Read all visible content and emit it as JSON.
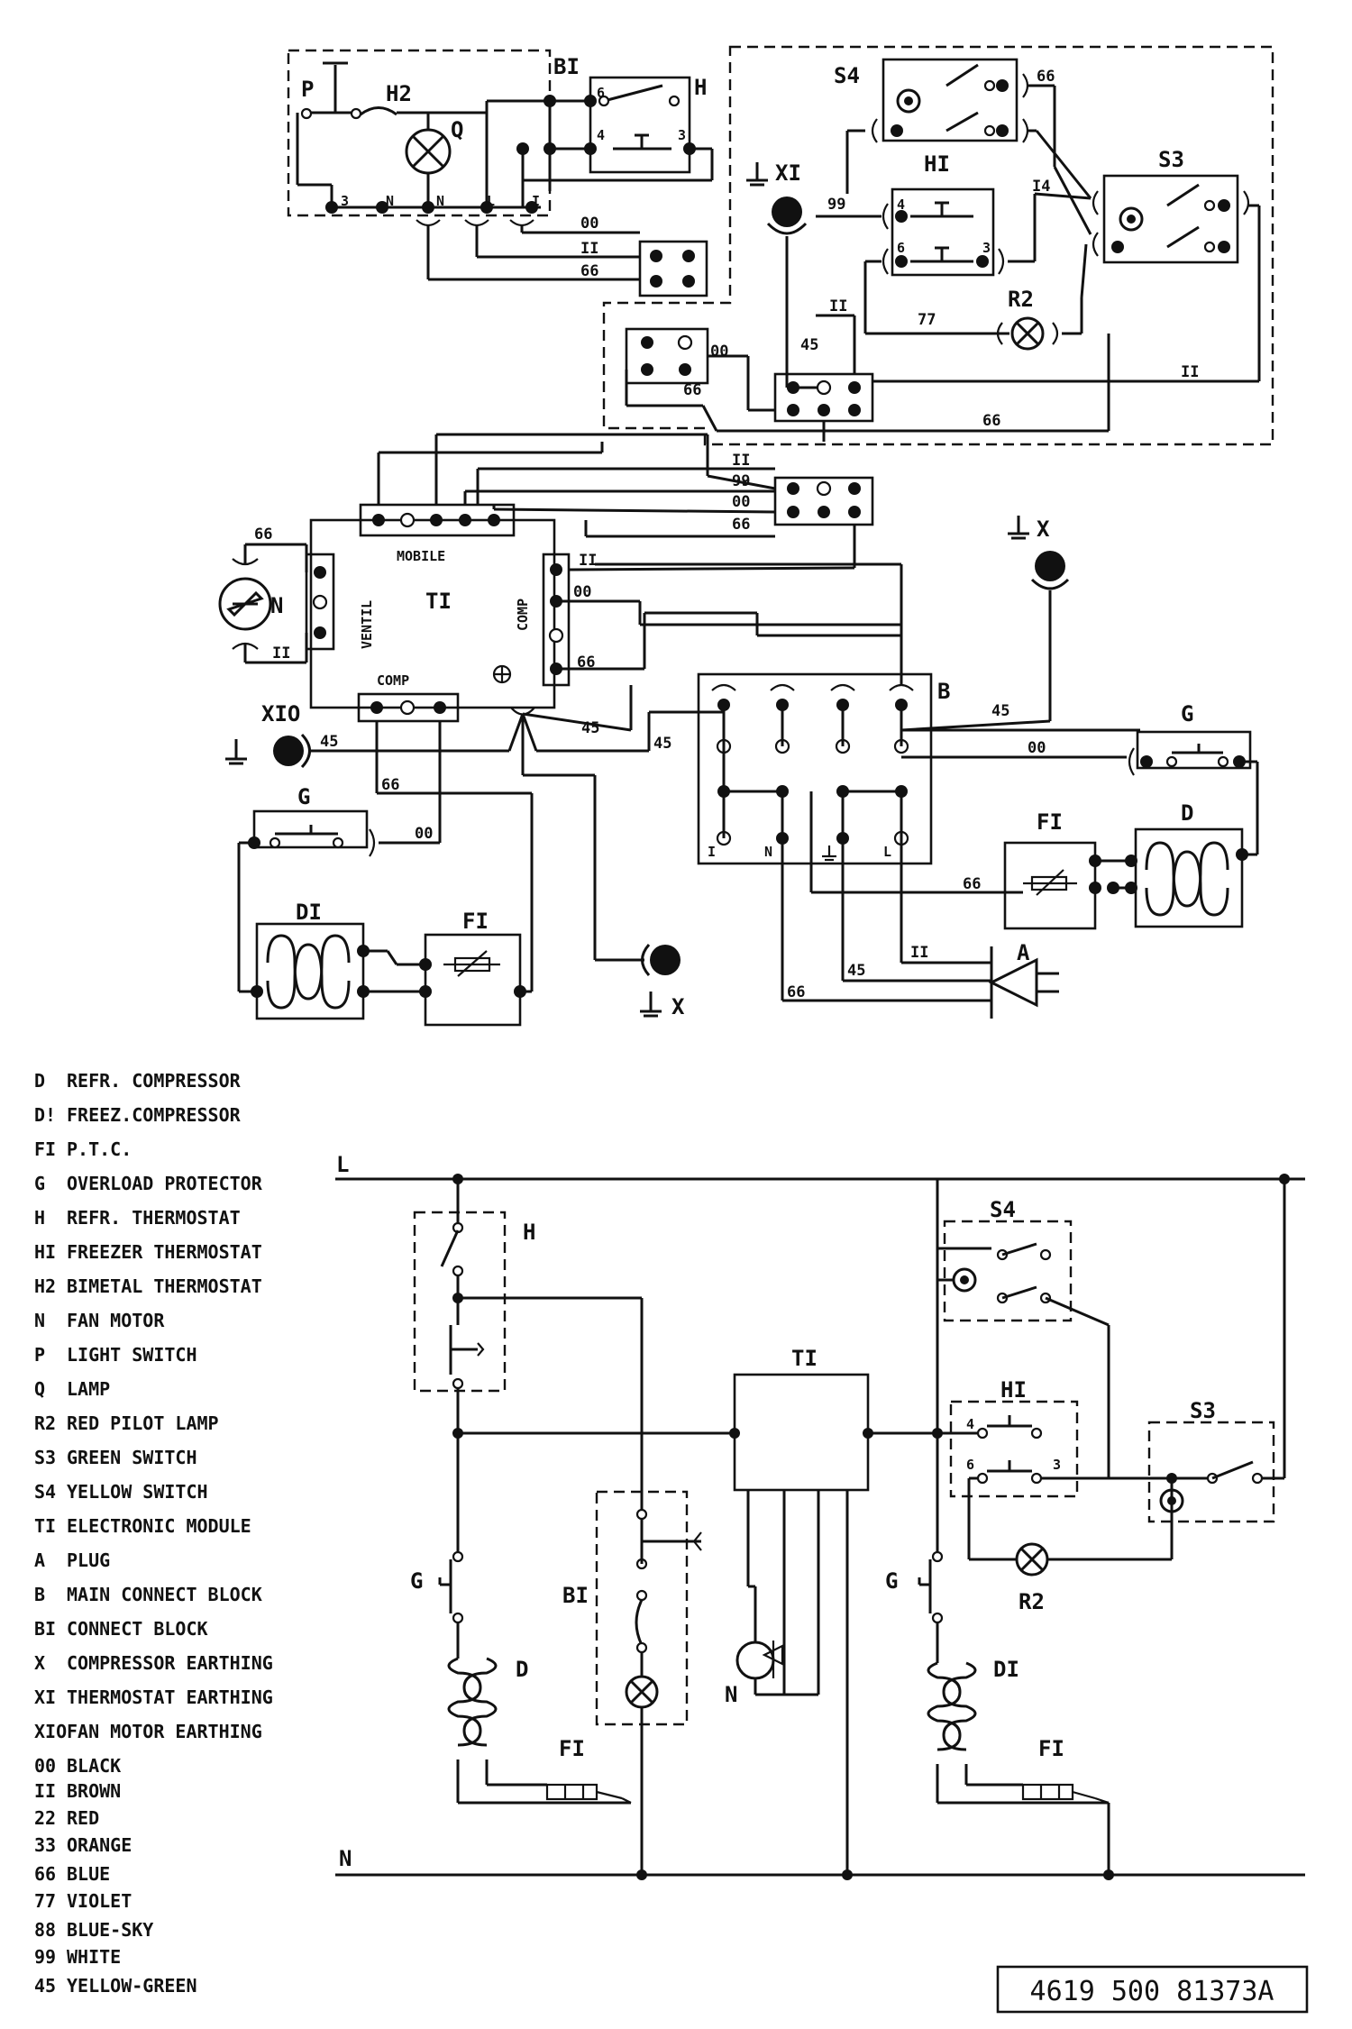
{
  "labels": {
    "B1": "BI",
    "P": "P",
    "H2": "H2",
    "Q": "Q",
    "H": "H",
    "S4": "S4",
    "X1": "XI",
    "H1": "HI",
    "S3": "S3",
    "R2": "R2",
    "T1": "TI",
    "mobile": "MOBILE",
    "ventil": "VENTIL",
    "comp_side": "COMP",
    "comp_bottom": "COMP",
    "N": "N",
    "X": "X",
    "X10": "XIO",
    "B": "B",
    "G": "G",
    "D": "D",
    "D1": "DI",
    "F1": "FI",
    "A": "A",
    "pin_3": "3",
    "pin_n": "N",
    "pin_N": "N",
    "pin_L": "L",
    "pin_l": "I",
    "pin_6": "6",
    "pin_4": "4",
    "pin_3b": "3",
    "block_I": "I",
    "block_N": "N",
    "block_L": "L"
  },
  "wires": {
    "w00": "00",
    "w11": "II",
    "w66": "66",
    "w99": "99",
    "w14": "I4",
    "w77": "77",
    "w45": "45"
  },
  "schematic": {
    "L": "L",
    "N": "N",
    "H": "H",
    "B1": "BI",
    "T1": "TI",
    "S4": "S4",
    "H1": "HI",
    "S3": "S3",
    "R2": "R2",
    "G": "G",
    "D": "D",
    "D1": "DI",
    "F1": "FI",
    "N_motor": "N",
    "pin4": "4",
    "pin6": "6",
    "pin3": "3"
  },
  "legend": [
    {
      "code": "D",
      "text": "REFR. COMPRESSOR"
    },
    {
      "code": "D!",
      "text": "FREEZ.COMPRESSOR"
    },
    {
      "code": "FI",
      "text": "P.T.C."
    },
    {
      "code": "G",
      "text": "OVERLOAD PROTECTOR"
    },
    {
      "code": "H",
      "text": "REFR. THERMOSTAT"
    },
    {
      "code": "HI",
      "text": "FREEZER THERMOSTAT"
    },
    {
      "code": "H2",
      "text": "BIMETAL THERMOSTAT"
    },
    {
      "code": "N",
      "text": "FAN MOTOR"
    },
    {
      "code": "P",
      "text": "LIGHT SWITCH"
    },
    {
      "code": "Q",
      "text": "LAMP"
    },
    {
      "code": "R2",
      "text": "RED PILOT LAMP"
    },
    {
      "code": "S3",
      "text": "GREEN SWITCH"
    },
    {
      "code": "S4",
      "text": "YELLOW SWITCH"
    },
    {
      "code": "TI",
      "text": "ELECTRONIC MODULE"
    },
    {
      "code": "A",
      "text": "PLUG"
    },
    {
      "code": "B",
      "text": "MAIN CONNECT BLOCK"
    },
    {
      "code": "BI",
      "text": "CONNECT BLOCK"
    },
    {
      "code": "X",
      "text": "COMPRESSOR EARTHING"
    },
    {
      "code": "XI",
      "text": "THERMOSTAT EARTHING"
    },
    {
      "code": "XIO",
      "text": "FAN MOTOR EARTHING"
    },
    {
      "code": "00",
      "text": "BLACK"
    },
    {
      "code": "II",
      "text": "BROWN"
    },
    {
      "code": "22",
      "text": "RED"
    },
    {
      "code": "33",
      "text": "ORANGE"
    },
    {
      "code": "66",
      "text": "BLUE"
    },
    {
      "code": "77",
      "text": "VIOLET"
    },
    {
      "code": "88",
      "text": "BLUE-SKY"
    },
    {
      "code": "99",
      "text": "WHITE"
    },
    {
      "code": "45",
      "text": "YELLOW-GREEN"
    }
  ],
  "doc_number": "4619 500 81373A"
}
